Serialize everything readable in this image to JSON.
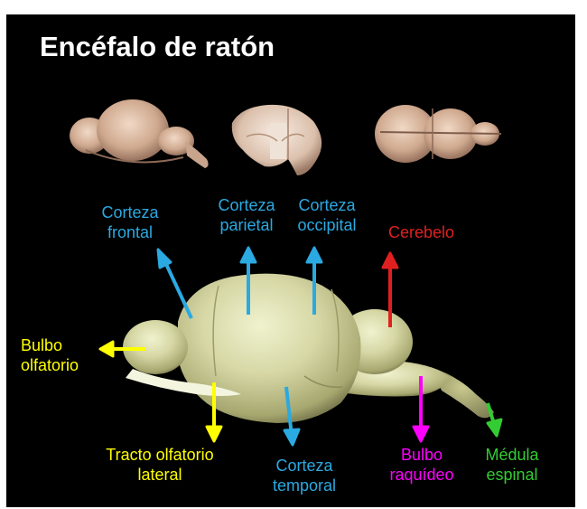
{
  "title": "Encéfalo de ratón",
  "colors": {
    "background": "#000000",
    "title": "#ffffff",
    "cortex": "#2ba9e1",
    "cerebellum": "#e02020",
    "olfactory": "#ffff00",
    "medulla_oblongata": "#ff00ff",
    "spinal_cord": "#33cc33"
  },
  "labels": {
    "frontal": "Corteza\nfrontal",
    "parietal": "Corteza\nparietal",
    "occipital": "Corteza\noccipital",
    "cerebelo": "Cerebelo",
    "bulbo_olfatorio": "Bulbo\nolfatorio",
    "tracto": "Tracto olfatorio\nlateral",
    "temporal": "Corteza\ntemporal",
    "bulbo_raquideo": "Bulbo\nraquídeo",
    "medula": "Médula\nespinal"
  }
}
